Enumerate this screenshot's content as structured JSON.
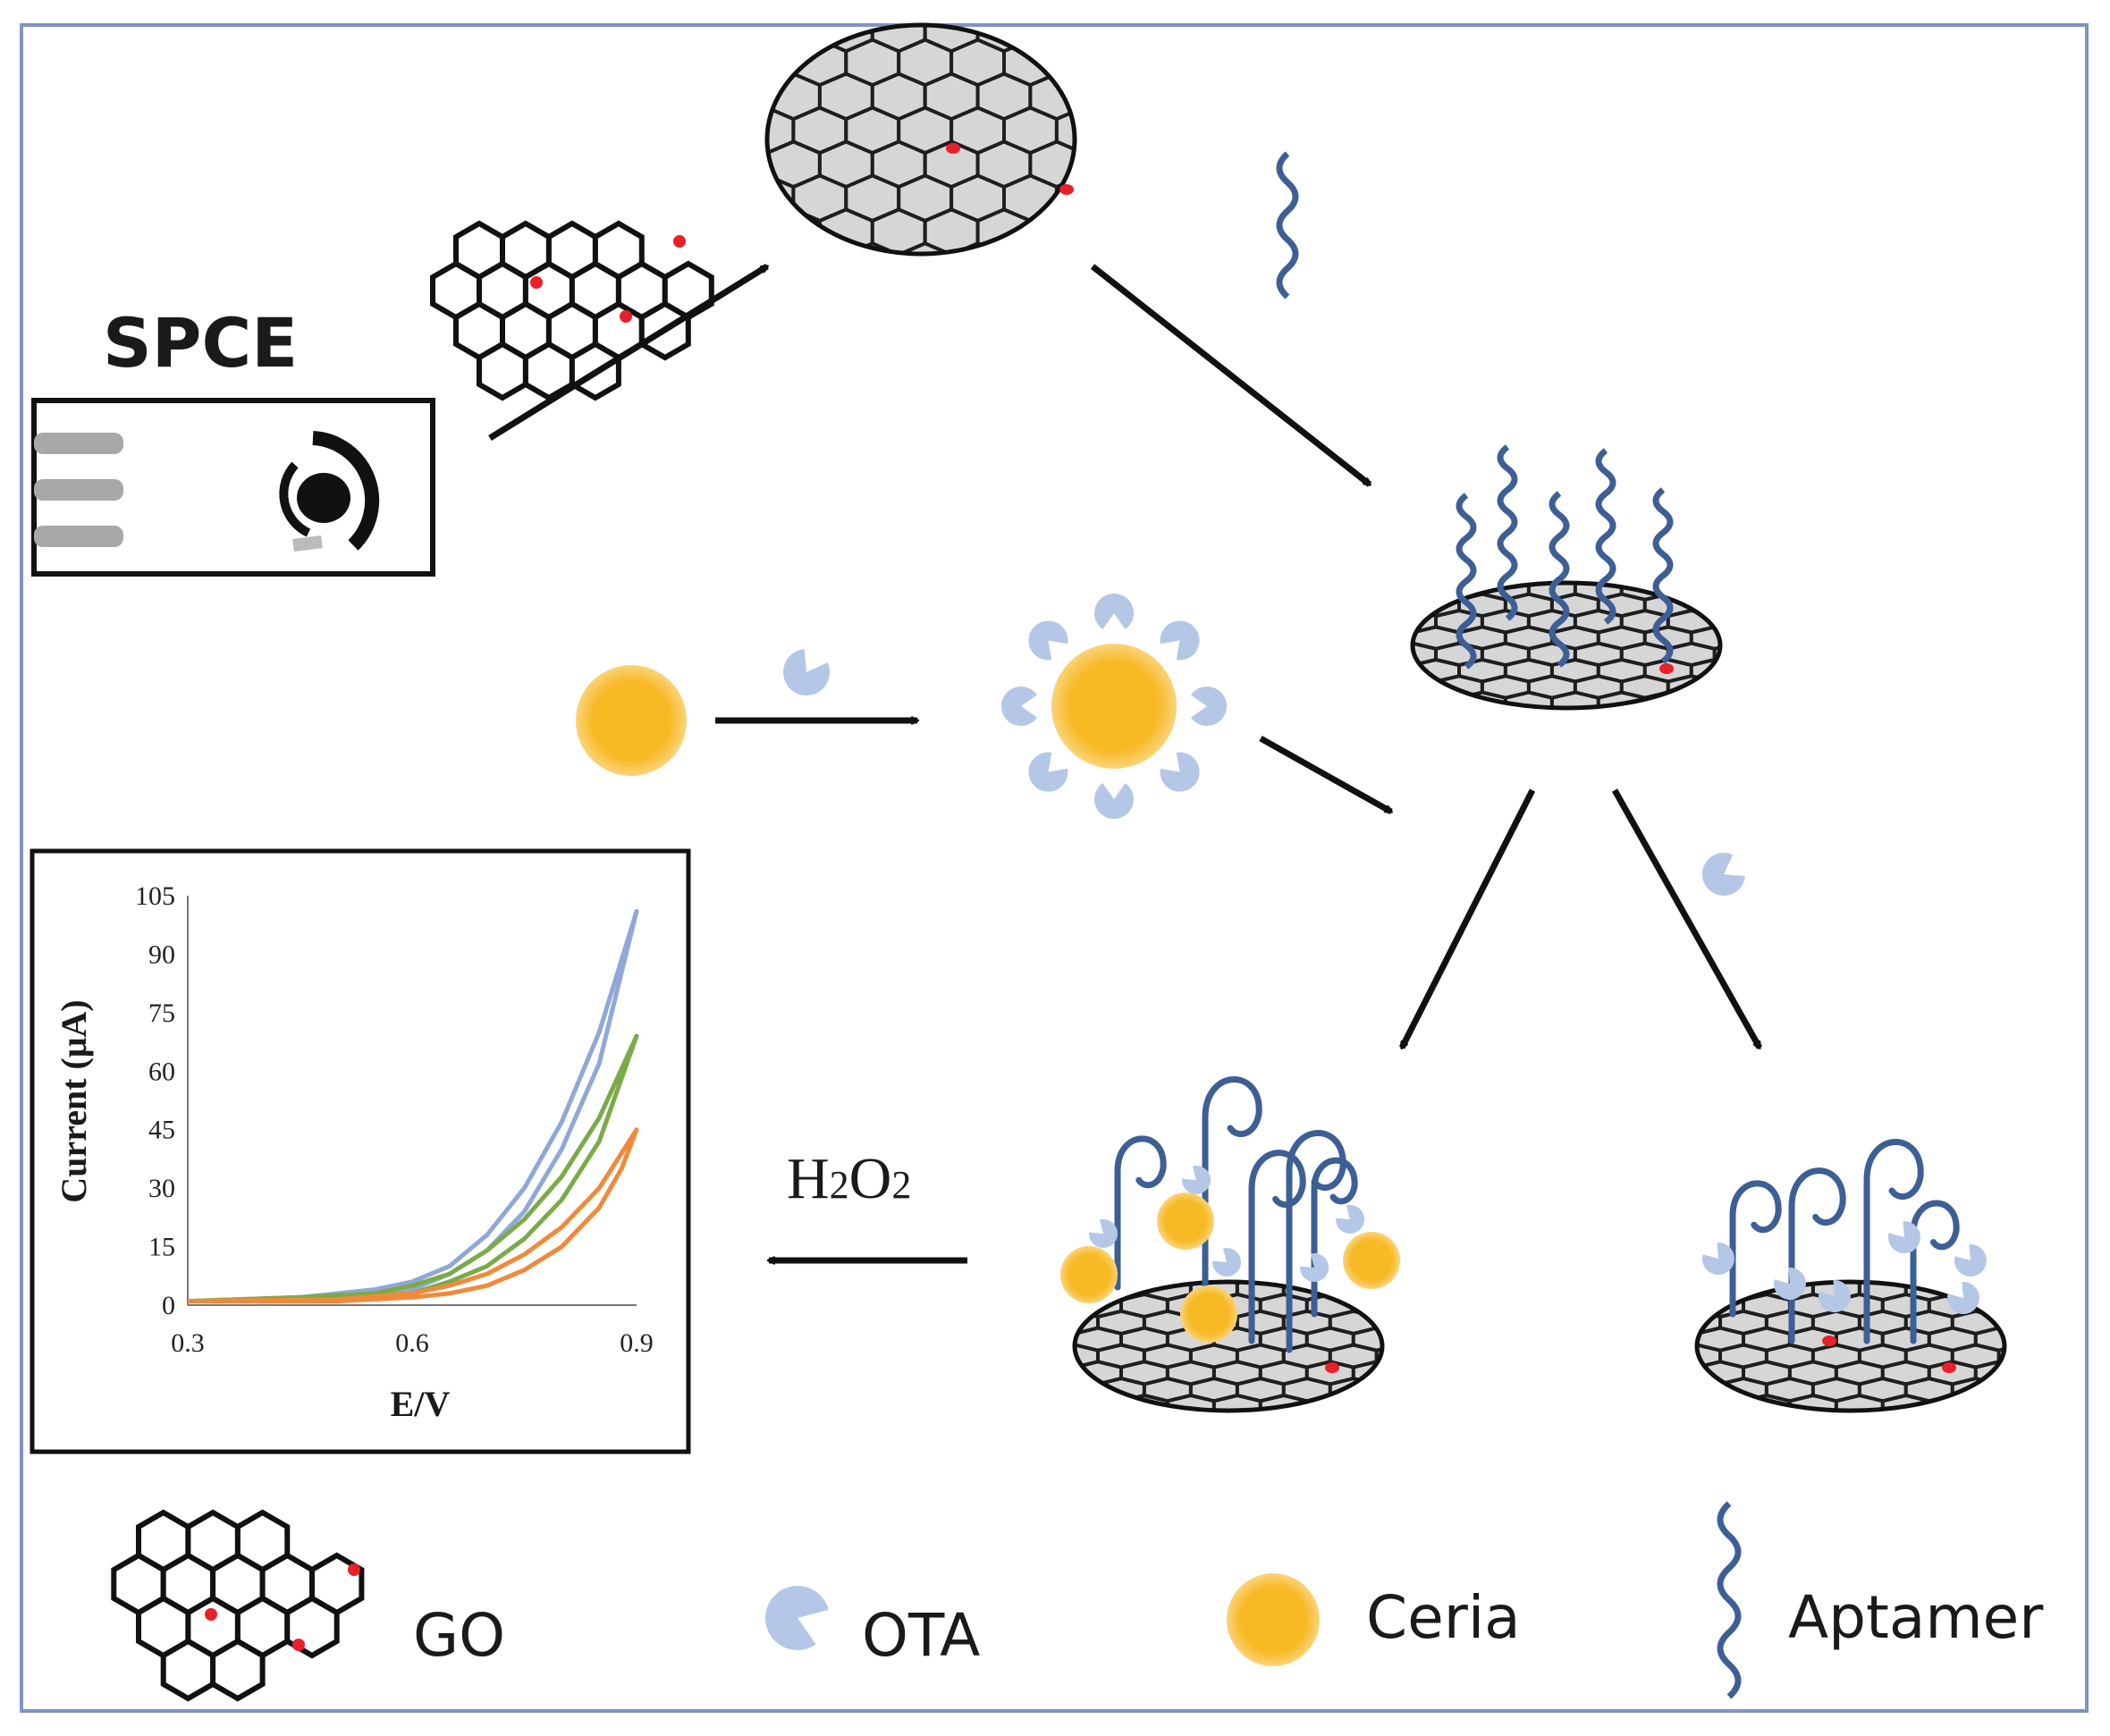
{
  "labels": {
    "spce": "SPCE",
    "reagent": "H2O2"
  },
  "legend": [
    {
      "label": "GO",
      "icon": "go-hexagon-icon"
    },
    {
      "label": "OTA",
      "icon": "ota-pacman-icon"
    },
    {
      "label": "Ceria",
      "icon": "ceria-circle-icon"
    },
    {
      "label": "Aptamer",
      "icon": "aptamer-wave-icon"
    }
  ],
  "colors": {
    "frame": "#7f93c4",
    "aptamer": "#3d5f96",
    "ota": "#b4c7e6",
    "ceria": "#f7b924",
    "go_fill": "#c9c9c9",
    "defect": "#e8202a"
  },
  "chart_data": {
    "type": "line",
    "xlabel": "E/V",
    "ylabel": "Current  (μA)",
    "xlim": [
      0.3,
      0.9
    ],
    "ylim": [
      0,
      105
    ],
    "xticks": [
      "0.3",
      "0.6",
      "0.9"
    ],
    "yticks": [
      "0",
      "15",
      "30",
      "45",
      "60",
      "75",
      "90",
      "105"
    ],
    "grid": false,
    "series": [
      {
        "color": "#8fa8d8",
        "forward": [
          [
            0.3,
            1
          ],
          [
            0.45,
            2
          ],
          [
            0.55,
            4
          ],
          [
            0.6,
            6
          ],
          [
            0.65,
            10
          ],
          [
            0.7,
            18
          ],
          [
            0.75,
            30
          ],
          [
            0.8,
            47
          ],
          [
            0.85,
            70
          ],
          [
            0.9,
            101
          ]
        ],
        "reverse": [
          [
            0.9,
            101
          ],
          [
            0.85,
            62
          ],
          [
            0.8,
            40
          ],
          [
            0.75,
            24
          ],
          [
            0.7,
            14
          ],
          [
            0.65,
            8
          ],
          [
            0.6,
            4
          ],
          [
            0.5,
            2
          ],
          [
            0.3,
            1
          ]
        ]
      },
      {
        "color": "#7aab47",
        "forward": [
          [
            0.3,
            1
          ],
          [
            0.45,
            2
          ],
          [
            0.55,
            3
          ],
          [
            0.6,
            5
          ],
          [
            0.65,
            8
          ],
          [
            0.7,
            14
          ],
          [
            0.75,
            22
          ],
          [
            0.8,
            33
          ],
          [
            0.85,
            48
          ],
          [
            0.9,
            69
          ]
        ],
        "reverse": [
          [
            0.9,
            69
          ],
          [
            0.85,
            42
          ],
          [
            0.8,
            27
          ],
          [
            0.75,
            17
          ],
          [
            0.7,
            10
          ],
          [
            0.65,
            6
          ],
          [
            0.6,
            3
          ],
          [
            0.5,
            2
          ],
          [
            0.3,
            1
          ]
        ]
      },
      {
        "color": "#f08a3a",
        "forward": [
          [
            0.3,
            1
          ],
          [
            0.5,
            1.5
          ],
          [
            0.6,
            3
          ],
          [
            0.65,
            5
          ],
          [
            0.7,
            8
          ],
          [
            0.75,
            13
          ],
          [
            0.8,
            20
          ],
          [
            0.85,
            30
          ],
          [
            0.9,
            45
          ]
        ],
        "reverse": [
          [
            0.9,
            45
          ],
          [
            0.88,
            35
          ],
          [
            0.85,
            25
          ],
          [
            0.8,
            15
          ],
          [
            0.75,
            9
          ],
          [
            0.7,
            5
          ],
          [
            0.65,
            3
          ],
          [
            0.6,
            2
          ],
          [
            0.5,
            1
          ],
          [
            0.3,
            1
          ]
        ]
      }
    ]
  }
}
